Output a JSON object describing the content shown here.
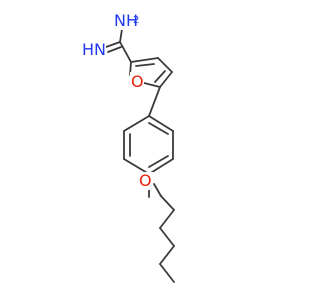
{
  "molecule": {
    "atom_labels": {
      "amine_nitrogen": "NH",
      "amine_hydrogen_count": "2",
      "imine_nitrogen": "HN",
      "furan_oxygen": "O",
      "ether_oxygen": "O"
    },
    "colors": {
      "bond": "#3a3a3a",
      "nitrogen": "#1f38f0",
      "oxygen": "#e8200c",
      "background": "#ffffff"
    }
  }
}
